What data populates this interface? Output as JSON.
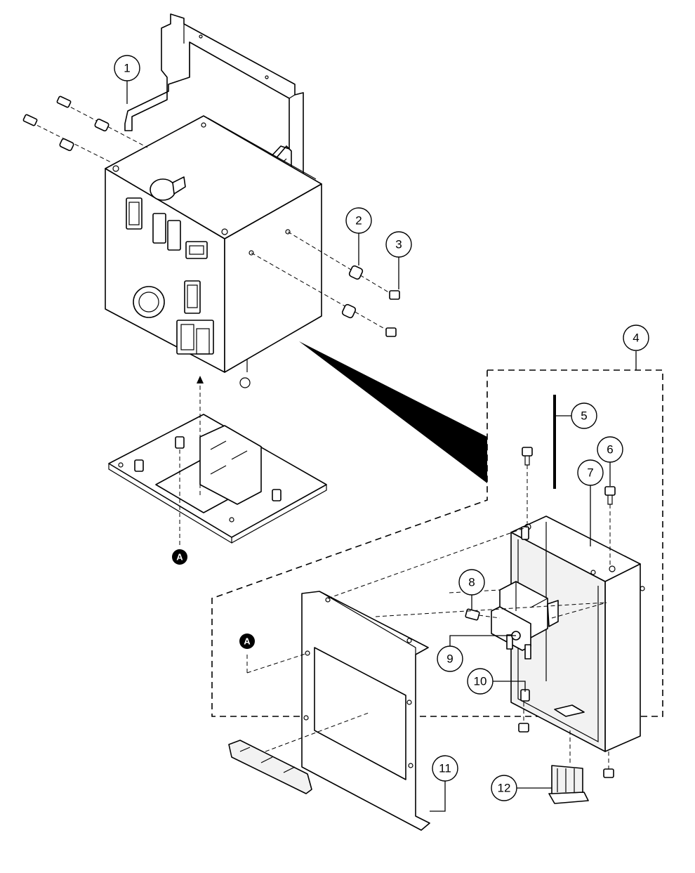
{
  "callouts": [
    {
      "id": "1",
      "label": "1"
    },
    {
      "id": "2",
      "label": "2"
    },
    {
      "id": "3",
      "label": "3"
    },
    {
      "id": "4",
      "label": "4"
    },
    {
      "id": "5",
      "label": "5"
    },
    {
      "id": "6",
      "label": "6"
    },
    {
      "id": "7",
      "label": "7"
    },
    {
      "id": "8",
      "label": "8"
    },
    {
      "id": "9",
      "label": "9"
    },
    {
      "id": "10",
      "label": "10"
    },
    {
      "id": "11",
      "label": "11"
    },
    {
      "id": "12",
      "label": "12"
    }
  ],
  "reference_markers": [
    {
      "id": "A-upper",
      "label": "A"
    },
    {
      "id": "A-lower",
      "label": "A"
    }
  ]
}
